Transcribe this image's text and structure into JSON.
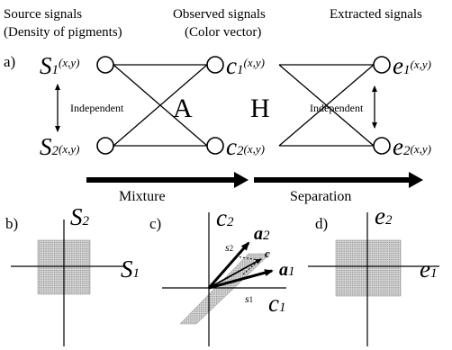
{
  "headers": {
    "source_line1": "Source signals",
    "source_line2": "(Density of pigments)",
    "observed_line1": "Observed signals",
    "observed_line2": "(Color vector)",
    "extracted_line1": "Extracted signals"
  },
  "panels": {
    "a": "a)",
    "b": "b)",
    "c": "c)",
    "d": "d)"
  },
  "nodes": {
    "s1": {
      "base": "S",
      "sub": "1",
      "arg": "(x,y)"
    },
    "s2": {
      "base": "S",
      "sub": "2",
      "arg": "(x,y)"
    },
    "c1": {
      "base": "c",
      "sub": "1",
      "arg": "(x,y)"
    },
    "c2": {
      "base": "c",
      "sub": "2",
      "arg": "(x,y)"
    },
    "e1": {
      "base": "e",
      "sub": "1",
      "arg": "(x,y)"
    },
    "e2": {
      "base": "e",
      "sub": "2",
      "arg": "(x,y)"
    }
  },
  "independent_left": "Independent",
  "independent_right": "Independent",
  "matrix_mix": "A",
  "matrix_sep": "H",
  "flow_mixture": "Mixture",
  "flow_separation": "Separation",
  "plot_b": {
    "y": {
      "base": "S",
      "sub": "2"
    },
    "x": {
      "base": "S",
      "sub": "1"
    }
  },
  "plot_c": {
    "y": {
      "base": "c",
      "sub": "2"
    },
    "x": {
      "base": "c",
      "sub": "1"
    },
    "a2": {
      "base": "a",
      "sub": "2"
    },
    "a1": {
      "base": "a",
      "sub": "1"
    },
    "c_vec": "c",
    "s2": {
      "base": "s",
      "sub": "2"
    },
    "s1": {
      "base": "s",
      "sub": "1"
    }
  },
  "plot_d": {
    "y": {
      "base": "e",
      "sub": "2"
    },
    "x": {
      "base": "e",
      "sub": "1"
    }
  }
}
